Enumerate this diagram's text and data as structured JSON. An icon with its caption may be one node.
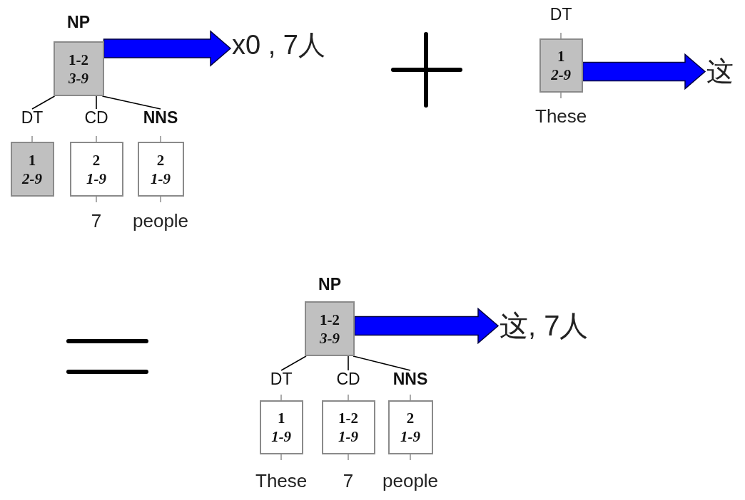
{
  "diagram": {
    "nodes": [
      {
        "text": [
          "NP",
          "1-2",
          "3-9"
        ]
      },
      {
        "text": [
          "DT",
          "1",
          "2-9"
        ]
      },
      {
        "text": [
          "CD",
          "2",
          "1-9"
        ],
        "beside": [
          "7"
        ]
      },
      {
        "text": [
          "NNS",
          "2",
          "1-9"
        ],
        "beside": [
          "people"
        ]
      },
      {
        "text": [
          "x0 , 7人"
        ]
      },
      {
        "text": [
          "DT",
          "1",
          "2-9"
        ],
        "beside": [
          "These"
        ]
      },
      {
        "text": [
          "这"
        ]
      },
      {
        "text": [
          "NP",
          "1-2",
          "3-9"
        ]
      },
      {
        "text": [
          "DT",
          "1",
          "1-9"
        ],
        "beside": [
          "These"
        ]
      },
      {
        "text": [
          "CD",
          "1-2",
          "1-9"
        ],
        "beside": [
          "7"
        ]
      },
      {
        "text": [
          "NNS",
          "2",
          "1-9"
        ],
        "beside": [
          "people"
        ]
      },
      {
        "text": [
          "这, 7人"
        ]
      }
    ],
    "edges": [
      {
        "from": 0,
        "to": 1,
        "arrow": "none"
      },
      {
        "from": 0,
        "to": 2,
        "arrow": "none"
      },
      {
        "from": 0,
        "to": 3,
        "arrow": "none"
      },
      {
        "from": 0,
        "to": 4,
        "arrow": "to",
        "style": "thick",
        "color": "#0000ff"
      },
      {
        "from": 5,
        "to": 6,
        "arrow": "to",
        "style": "thick",
        "color": "#0000ff"
      },
      {
        "from": 7,
        "to": 8,
        "arrow": "none"
      },
      {
        "from": 7,
        "to": 9,
        "arrow": "none"
      },
      {
        "from": 7,
        "to": 10,
        "arrow": "none"
      },
      {
        "from": 7,
        "to": 11,
        "arrow": "to",
        "style": "thick",
        "color": "#0000ff"
      }
    ]
  }
}
